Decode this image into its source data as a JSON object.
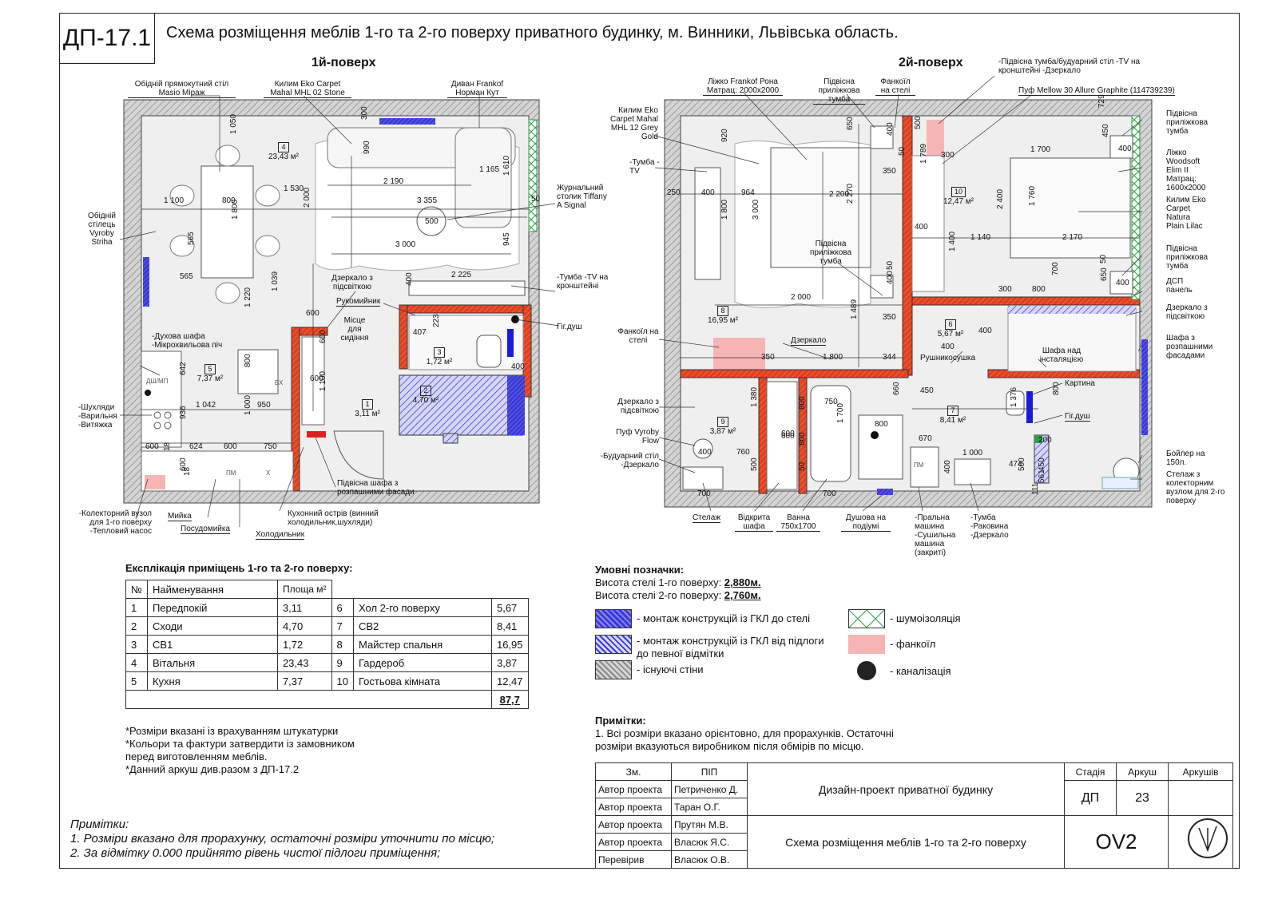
{
  "sheet": {
    "code": "ДП-17.1",
    "title": "Схема розміщення меблів 1-го та 2-го поверху приватного будинку, м. Винники, Львівська область."
  },
  "floor1": {
    "title": "1й-поверх",
    "labels": {
      "table": "Обідній прямокутний стіл Masio Міраж",
      "carpet": "Килим Eko Carpet Mahal MHL 02 Stone",
      "sofa": "Диван Frankof Норман Кут",
      "coffee_table": "Журнальний столик Tiffany A Signal",
      "chair": "Обідній стілець Vyroby Striha",
      "tv_stand": "-Тумба -TV на кронштейні",
      "mirror": "Дзеркало з підсвіткою",
      "washbasin": "Рукомийник",
      "seat": "Місце для сидіння",
      "hyg_shower": "Гіг.душ",
      "oven": "-Духова шафа -Мікрохвильова піч",
      "drawers": "-Шухляди -Варильня -Витяжка",
      "collector": "-Колекторний вузол для 1-го поверху -Тепловий насос",
      "sink": "Мийка",
      "dishwasher": "Посудомийка",
      "fridge": "Холодильник",
      "island": "Кухонний острів (винний холодильник,шухляди)",
      "hanging_wardrobe": "Підвісна шафа з розпашними фасади",
      "dshmp": "ДШ/МП",
      "vkh": "ВХ",
      "pm": "ПМ",
      "x": "Х"
    },
    "dims": [
      "1 050",
      "300",
      "990",
      "2 190",
      "1 165",
      "1 610",
      "1 100",
      "800",
      "1 530",
      "3 355",
      "500",
      "1 800",
      "2 000",
      "3 000",
      "945",
      "565",
      "565",
      "50",
      "2 225",
      "400",
      "1 039",
      "600",
      "1 220",
      "407",
      "223",
      "600",
      "642",
      "800",
      "600",
      "936",
      "1 042",
      "950",
      "1 000",
      "1 100",
      "600",
      "18",
      "624",
      "600",
      "750",
      "600",
      "18",
      "400"
    ],
    "rooms": [
      {
        "n": "4",
        "area": "23,43 м²"
      },
      {
        "n": "5",
        "area": "7,37 м²"
      },
      {
        "n": "3",
        "area": "1,72 м²"
      },
      {
        "n": "2",
        "area": "4,70 м²"
      },
      {
        "n": "1",
        "area": "3,11 м²"
      }
    ]
  },
  "floor2": {
    "title": "2й-поверх",
    "labels": {
      "bed": "Ліжко Frankof Рона Матрац: 2000х2000",
      "nightstand": "Підвісна приліжкова тумба",
      "fancoil_ceiling": "Фанкоїл на стелі",
      "top_stack": "-Підвісна тумба/будуарний стіл -TV на кронштейні -Дзеркало",
      "pouf_top": "Пуф Mellow 30 Allure Graphite (114739239)",
      "carpet": "Килим Eko Carpet Mahal MHL 12 Grey Gold",
      "tumba_tv": "-Тумба -TV",
      "nightstand_r": "Підвісна приліжкова тумба",
      "bed_r": "Ліжко Woodsoft Elim II Матрац: 1600х2000",
      "carpet_r": "Килим Eko Carpet Natura Plain Lilac",
      "nightstand_r2": "Підвісна приліжкова тумба",
      "dsp": "ДСП панель",
      "nightstand_mid": "Підвісна приліжкова тумба",
      "fancoil": "Фанкоїл на стелі",
      "mirror": "Дзеркало",
      "towel": "Рушникосушка",
      "install_cab": "Шафа над інсталяцією",
      "mirror_lit": "Дзеркало з підсвіткою",
      "wardrobe": "Шафа з розпашними фасадами",
      "picture": "Картина",
      "hyg_shower": "Гіг.душ",
      "mirror_lit2": "Дзеркало з підсвіткою",
      "pouf": "Пуф Vyroby Flow",
      "boudoir": "-Будуарний стіл -Дзеркало",
      "boiler": "Бойлер на 150л.",
      "rack_collector": "Стелаж з колекторним вузлом для 2-го поверху",
      "rack": "Стелаж",
      "open_wardrobe": "Відкрита шафа",
      "bath": "Ванна 750х1700",
      "shower": "Душова на подіумі",
      "washer": "-Пральна машина -Сушильна машина (закриті)",
      "tumba_sink": "-Тумба -Раковина -Дзеркало",
      "pm": "ПМ"
    },
    "dims": [
      "650",
      "400",
      "500",
      "300",
      "729",
      "450",
      "1 700",
      "400",
      "50",
      "350",
      "1 789",
      "920",
      "3 000",
      "2 270",
      "2 200",
      "2 400",
      "1 760",
      "250",
      "400",
      "964",
      "1 800",
      "1 140",
      "2 170",
      "400",
      "1 400",
      "50",
      "300",
      "800",
      "700",
      "400",
      "650",
      "2 000",
      "1 489",
      "400",
      "50",
      "350",
      "350",
      "1 800",
      "344",
      "400",
      "450",
      "1 376",
      "800",
      "200",
      "600",
      "1 380",
      "800",
      "1 700",
      "660",
      "800",
      "750",
      "670",
      "1 000",
      "474",
      "400",
      "760",
      "600",
      "800",
      "500",
      "400",
      "500",
      "450",
      "561",
      "700",
      "50",
      "700",
      "111",
      "400"
    ],
    "rooms": [
      {
        "n": "8",
        "area": "16,95 м²"
      },
      {
        "n": "10",
        "area": "12,47 м²"
      },
      {
        "n": "6",
        "area": "5,67 м²"
      },
      {
        "n": "9",
        "area": "3,87 м²"
      },
      {
        "n": "7",
        "area": "8,41 м²"
      }
    ]
  },
  "explication": {
    "title": "Експлікація приміщень 1-го та 2-го поверху:",
    "headers": [
      "№",
      "Найменування",
      "Площа м²"
    ],
    "rows": [
      [
        "1",
        "Передпокій",
        "3,11",
        "6",
        "Хол 2-го поверху",
        "5,67"
      ],
      [
        "2",
        "Сходи",
        "4,70",
        "7",
        "СВ2",
        "8,41"
      ],
      [
        "3",
        "СВ1",
        "1,72",
        "8",
        "Майстер спальня",
        "16,95"
      ],
      [
        "4",
        "Вітальня",
        "23,43",
        "9",
        "Гардероб",
        "3,87"
      ],
      [
        "5",
        "Кухня",
        "7,37",
        "10",
        "Гостьова кімната",
        "12,47"
      ]
    ],
    "total": "87,7"
  },
  "left_notes": [
    "*Розміри вказані із врахуванням штукатурки",
    "*Кольори та фактури затвердити із замовником",
    "перед виготовленням меблів.",
    "*Данний аркуш див.разом з ДП-17.2"
  ],
  "bottom_notes": {
    "title": "Примітки:",
    "lines": [
      "1. Розміри вказано для прорахунку, остаточні розміри уточнити по місцю;",
      "2. За відмітку 0.000 прийнято рівень чистої підлоги приміщення;"
    ]
  },
  "legend": {
    "title": "Умовні позначки:",
    "h1_label": "Висота стелі 1-го поверху: ",
    "h1_value": "2,880м.",
    "h2_label": "Висота стелі 2-го поверху: ",
    "h2_value": "2,760м.",
    "items": {
      "gkl_ceiling": "- монтаж конструкцій із ГКЛ до стелі",
      "gkl_floor": "- монтаж конструкцій із ГКЛ від підлоги до певної відмітки",
      "existing": "- існуючі стіни",
      "noise": "- шумоізоляція",
      "fancoil": "- фанкоїл",
      "sewer": "- каналізація"
    }
  },
  "remarks": {
    "title": "Примітки:",
    "lines": [
      "1. Всі розміри вказано орієнтовно, для прорахунків. Остаточні",
      "розміри вказуються виробником після обмірів по місцю."
    ]
  },
  "stamp": {
    "col1_header": "Зм.",
    "col2_header": "ПІП",
    "rows": [
      [
        "Автор проекта",
        "Петриченко Д."
      ],
      [
        "Автор проекта",
        "Таран О.Г."
      ],
      [
        "Автор проекта",
        "Прутян М.В."
      ],
      [
        "Автор проекта",
        "Власюк Я.С."
      ],
      [
        "Перевірив",
        "Власюк О.В."
      ]
    ],
    "project": "Дизайн-проект приватної будинку",
    "sheet_name": "Схема розміщення меблів 1-го та 2-го поверху",
    "stage_h": "Стадія",
    "sheet_h": "Аркуш",
    "sheets_h": "Аркушів",
    "stage": "ДП",
    "sheet": "23",
    "sheets": "",
    "company": "OV2"
  },
  "colors": {
    "wall_new": "#e0401e",
    "wall_existing": "#9a9a9a",
    "gkl_blue": "#3a3ad6",
    "fancoil": "#f7b4b4",
    "noise": "#2e9e4a"
  }
}
